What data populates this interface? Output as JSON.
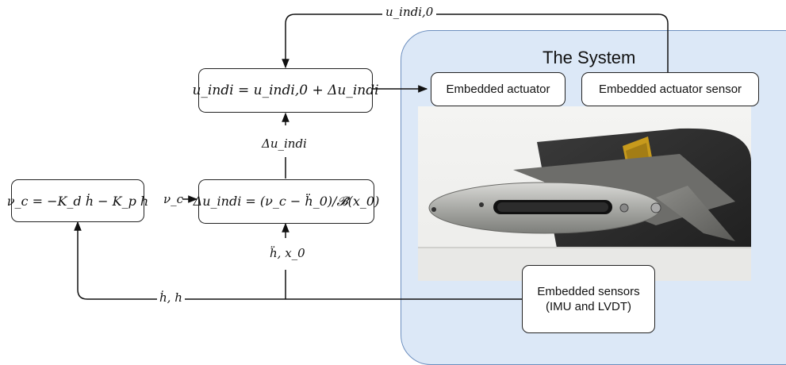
{
  "system": {
    "title": "The System",
    "components": {
      "actuator": "Embedded actuator",
      "actuator_sensor": "Embedded actuator sensor",
      "sensors_line1": "Embedded sensors",
      "sensors_line2": "(IMU and LVDT)"
    }
  },
  "blocks": {
    "control_law": "u_indi = u_indi,0 + Δu_indi",
    "increment": "Δu_indi = (ν_c − ḧ_0)/𝓑̄(x_0)",
    "virtual_control": "ν_c = −K_d ḣ − K_p h"
  },
  "signals": {
    "feedback_top": "u_indi,0",
    "delta": "Δu_indi",
    "nu": "ν_c",
    "accel_state": "ḧ, x_0",
    "states": "ḣ, h"
  },
  "colors": {
    "panel_fill": "#dce8f7",
    "panel_border": "#6d8fbf",
    "line": "#111111"
  }
}
